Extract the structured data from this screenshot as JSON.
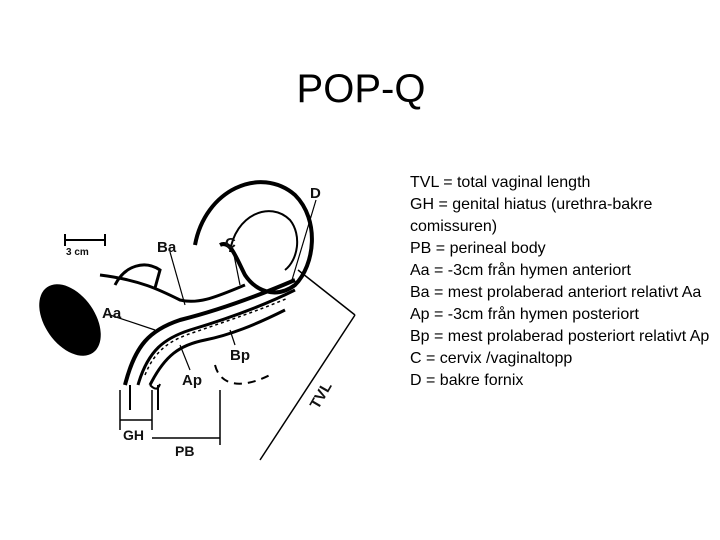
{
  "slide": {
    "title": "POP-Q"
  },
  "diagram": {
    "scale_label": "3 cm",
    "labels": {
      "D": "D",
      "C": "C",
      "Ba": "Ba",
      "Aa": "Aa",
      "Bp": "Bp",
      "Ap": "Ap",
      "TVL": "TVL",
      "GH": "GH",
      "PB": "PB"
    }
  },
  "legend": {
    "items": [
      "TVL = total vaginal length",
      "GH = genital hiatus  (urethra-bakre comissuren)",
      "PB = perineal body",
      "Aa = -3cm från hymen anteriort",
      "Ba = mest prolaberad anteriort relativt Aa",
      "Ap =  -3cm från hymen posteriort",
      "Bp = mest prolaberad posteriort relativt Ap",
      "C = cervix /vaginaltopp",
      "D = bakre fornix"
    ]
  }
}
